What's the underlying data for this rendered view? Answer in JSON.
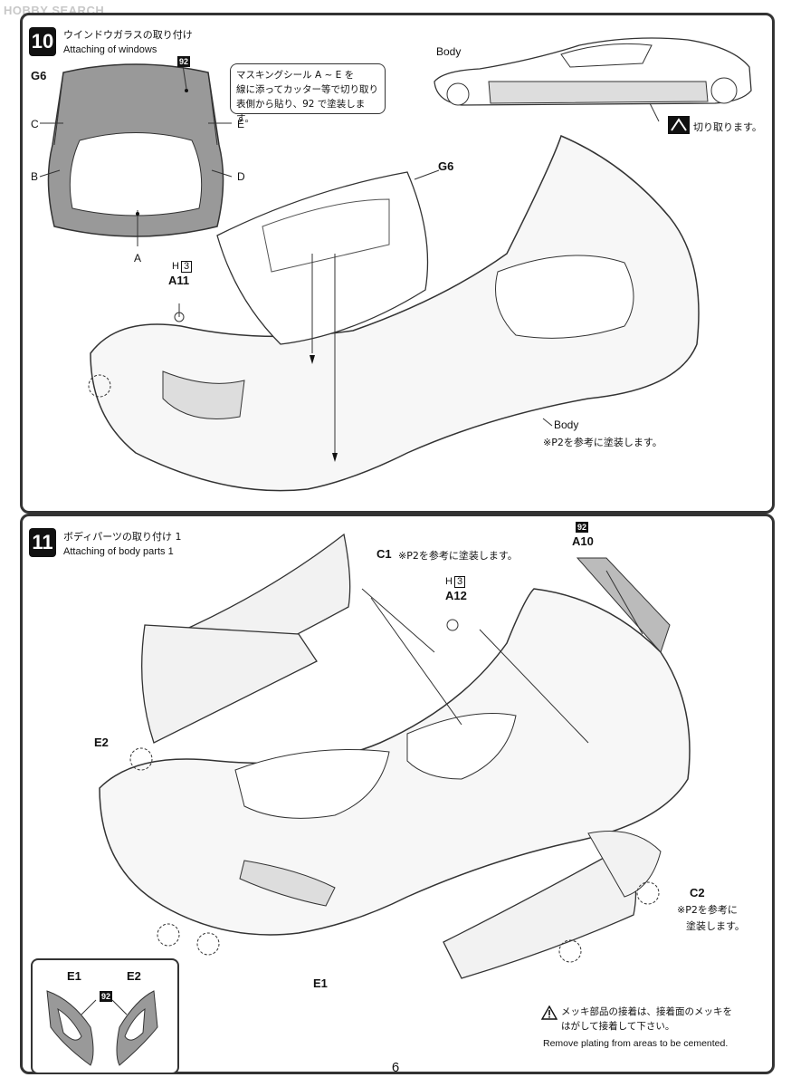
{
  "watermark": "HOBBY SEARCH",
  "step10": {
    "number": "10",
    "title_jp": "ウインドウガラスの取り付け",
    "title_en": "Attaching of windows",
    "window_part": "G6",
    "window_paint_code": "92",
    "mask_labels": {
      "a": "A",
      "b": "B",
      "c": "C",
      "d": "D",
      "e": "E"
    },
    "mask_note": [
      "マスキングシール A ~ E を",
      "線に添ってカッター等で切り取り",
      "表側から貼り、92 で塗装します。"
    ],
    "body_label_top": "Body",
    "cut_note": "切り取ります。",
    "g6_label": "G6",
    "a11": {
      "code_letter": "H",
      "code_num": "3",
      "part": "A11"
    },
    "body_label": "Body",
    "body_paint_note": "※P2を参考に塗装します。"
  },
  "step11": {
    "number": "11",
    "title_jp": "ボディパーツの取り付け 1",
    "title_en": "Attaching of body parts 1",
    "c1": {
      "part": "C1",
      "note": "※P2を参考に塗装します。"
    },
    "a12": {
      "code_letter": "H",
      "code_num": "3",
      "part": "A12"
    },
    "a10": {
      "paint_code": "92",
      "part": "A10"
    },
    "e2_label": "E2",
    "e1_label": "E1",
    "c2": {
      "part": "C2",
      "note_line1": "※P2を参考に",
      "note_line2": "塗装します。"
    },
    "inset": {
      "left": "E1",
      "right": "E2",
      "paint_code": "92"
    },
    "plating_note_jp": [
      "メッキ部品の接着は、接着面のメッキを",
      "はがして接着して下さい。"
    ],
    "plating_note_en": "Remove plating from areas to be cemented."
  },
  "page_number": "6"
}
